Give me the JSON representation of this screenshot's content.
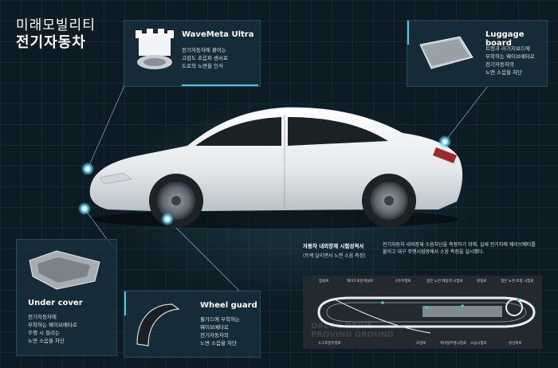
{
  "header": {
    "line1": "미래모빌리티",
    "line2": "전기자동차"
  },
  "panels": {
    "wavemeta": {
      "title": "WaveMeta Ultra",
      "desc": "전기자동차에 붙이는\n고감도 초음파 센서로\n도로의 노면을 인식"
    },
    "luggage": {
      "title": "Luggage board",
      "desc": "트렁크 러기지보드에\n부착하는 웨이브메타로\n전기자동차의\n노면 소음을 차단"
    },
    "under": {
      "title": "Under cover",
      "desc": "전기자동차에\n부착하는 웨이브메타로\n주행 시 들리는\n노면 소음을 차단"
    },
    "wheel": {
      "title": "Wheel guard",
      "desc": "휠가드에 부착하는\n웨이브메타로\n전기자동차의\n노면 소음을 차단"
    }
  },
  "test": {
    "title": "자동차 내외장재 시험성적서",
    "subtitle": "(트랙 달리면서 노면 소음 측정)",
    "desc": "전기자동차 내외장재 소음차단을 측정하기 위해, 실제 전기차에 웨이브메타를\n붙이고 대구 주행시험장에서 소음 측정을 실시했다.",
    "track_labels_top": [
      "정원로",
      "제어드로한계설로",
      "구조주행로",
      "젖은 노면 제동력 시험로",
      "원형로",
      "젖은 노면 조향 시험로"
    ],
    "track_labels_bottom": [
      "k-1포함주행로",
      "오발로",
      "저마찰주행시험로",
      "소음시험로",
      "원선회로"
    ],
    "watermark": "DAEGU DRIVE\nPROVING GROUND"
  },
  "colors": {
    "accent": "#48c7e6",
    "background": "#0d1c24"
  }
}
